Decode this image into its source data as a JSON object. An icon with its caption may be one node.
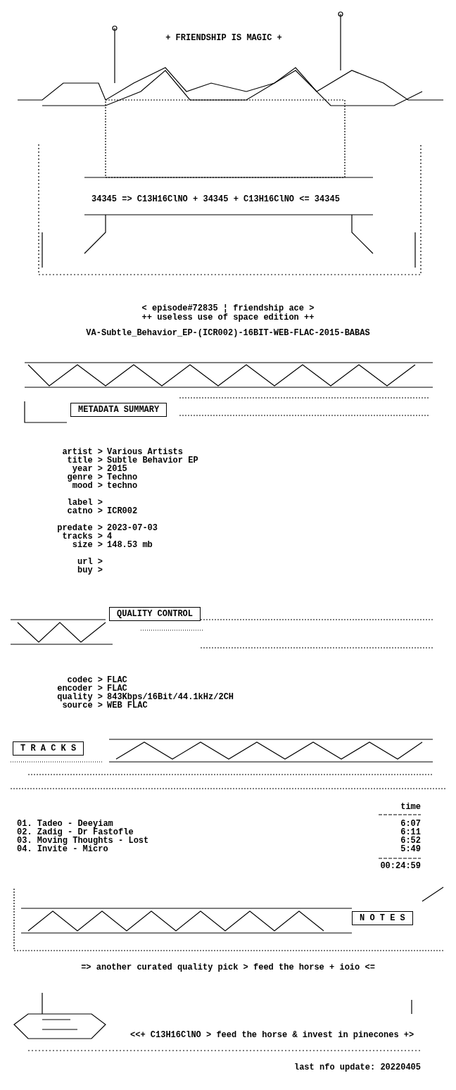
{
  "diagram": {
    "labels": [
      "+ FRIENDSHIP IS MAGIC +",
      "34345 => C13H16ClNO + 34345 + C13H16ClNO <= 34345",
      "< episode#72835 ¦ friendship ace >",
      "++ useless use of space edition ++",
      "VA-Subtle_Behavior_EP-(ICR002)-16BIT-WEB-FLAC-2015-BABAS",
      "METADATA SUMMARY",
      "artist >",
      "Various Artists",
      "title >",
      "Subtle Behavior EP",
      "year >",
      "2015",
      "genre >",
      "Techno",
      "mood >",
      "techno",
      "label >",
      "catno >",
      "ICR002",
      "predate >",
      "2023-07-03",
      "tracks >",
      "4",
      "size >",
      "148.53 mb",
      "url >",
      "buy >",
      "QUALITY CONTROL",
      "codec >",
      "FLAC",
      "encoder >",
      "FLAC",
      "quality >",
      "843Kbps/16Bit/44.1kHz/2CH",
      "source >",
      "WEB FLAC",
      "T R A C K S",
      "time",
      "01. Tadeo - Deeyiam",
      "6:07",
      "02. Zadig - Dr Fastofle",
      "6:11",
      "03. Moving Thoughts - Lost",
      "6:52",
      "04. Invite - Micro",
      "5:49",
      "00:24:59",
      "N O T E S",
      "=> another curated quality pick > feed the horse + ioio <=",
      "<<+ C13H16ClNO > feed the horse & invest in pinecones +>",
      "last nfo update: 20220405"
    ]
  }
}
